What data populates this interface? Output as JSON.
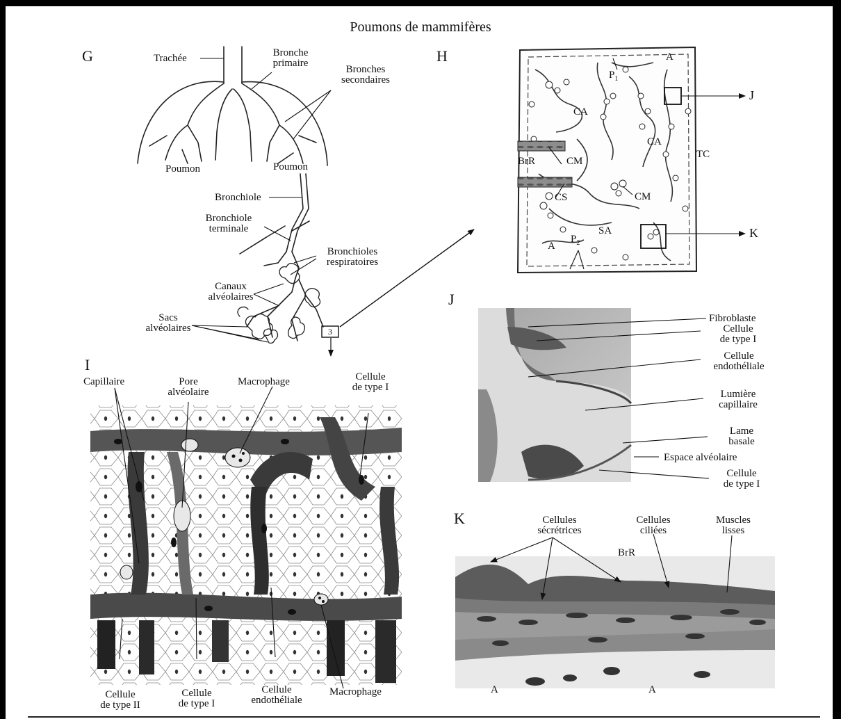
{
  "title": "Poumons de mammifères",
  "panels": {
    "G": {
      "letter": "G",
      "labels": {
        "trachee": "Trachée",
        "bronche_primaire": "Bronche\nprimaire",
        "bronches_secondaires": "Bronches\nsecondaires",
        "poumon_left": "Poumon",
        "poumon_right": "Poumon",
        "bronchiole": "Bronchiole",
        "bronchiole_terminale": "Bronchiole\nterminale",
        "bronchioles_respiratoires": "Bronchioles\nrespiratoires",
        "canaux_alveolaires": "Canaux\nalvéolaires",
        "sacs_alveolaires": "Sacs\nalvéolaires",
        "box_number": "3"
      }
    },
    "H": {
      "letter": "H",
      "labels": {
        "A_top": "A",
        "P1": "P",
        "P1_sub": "1",
        "CA_1": "CA",
        "CA_2": "CA",
        "TC": "TC",
        "BrR": "BrR",
        "CM_1": "CM",
        "CS": "CS",
        "CM_2": "CM",
        "SA": "SA",
        "A_bottom": "A",
        "P2": "P",
        "P2_sub": "2",
        "arrow_J": "J",
        "arrow_K": "K"
      }
    },
    "I": {
      "letter": "I",
      "labels": {
        "capillaire": "Capillaire",
        "pore_alveolaire": "Pore\nalvéolaire",
        "macrophage_top": "Macrophage",
        "cellule_type1_top": "Cellule\nde type I",
        "cellule_type2": "Cellule\nde type II",
        "cellule_type1_bottom": "Cellule\nde type I",
        "cellule_endotheliale": "Cellule\nendothéliale",
        "macrophage_bottom": "Macrophage"
      }
    },
    "J": {
      "letter": "J",
      "labels": {
        "fibroblaste": "Fibroblaste",
        "cellule_type1_a": "Cellule\nde type I",
        "cellule_endotheliale": "Cellule\nendothéliale",
        "lumiere_capillaire": "Lumière\ncapillaire",
        "lame_basale": "Lame\nbasale",
        "espace_alveolaire": "Espace alvéolaire",
        "cellule_type1_b": "Cellule\nde type I"
      }
    },
    "K": {
      "letter": "K",
      "labels": {
        "cellules_secretrices": "Cellules\nsécrétrices",
        "cellules_ciliees": "Cellules\nciliées",
        "muscles_lisses": "Muscles\nlisses",
        "BrR": "BrR",
        "A_left": "A",
        "A_right": "A"
      }
    }
  }
}
